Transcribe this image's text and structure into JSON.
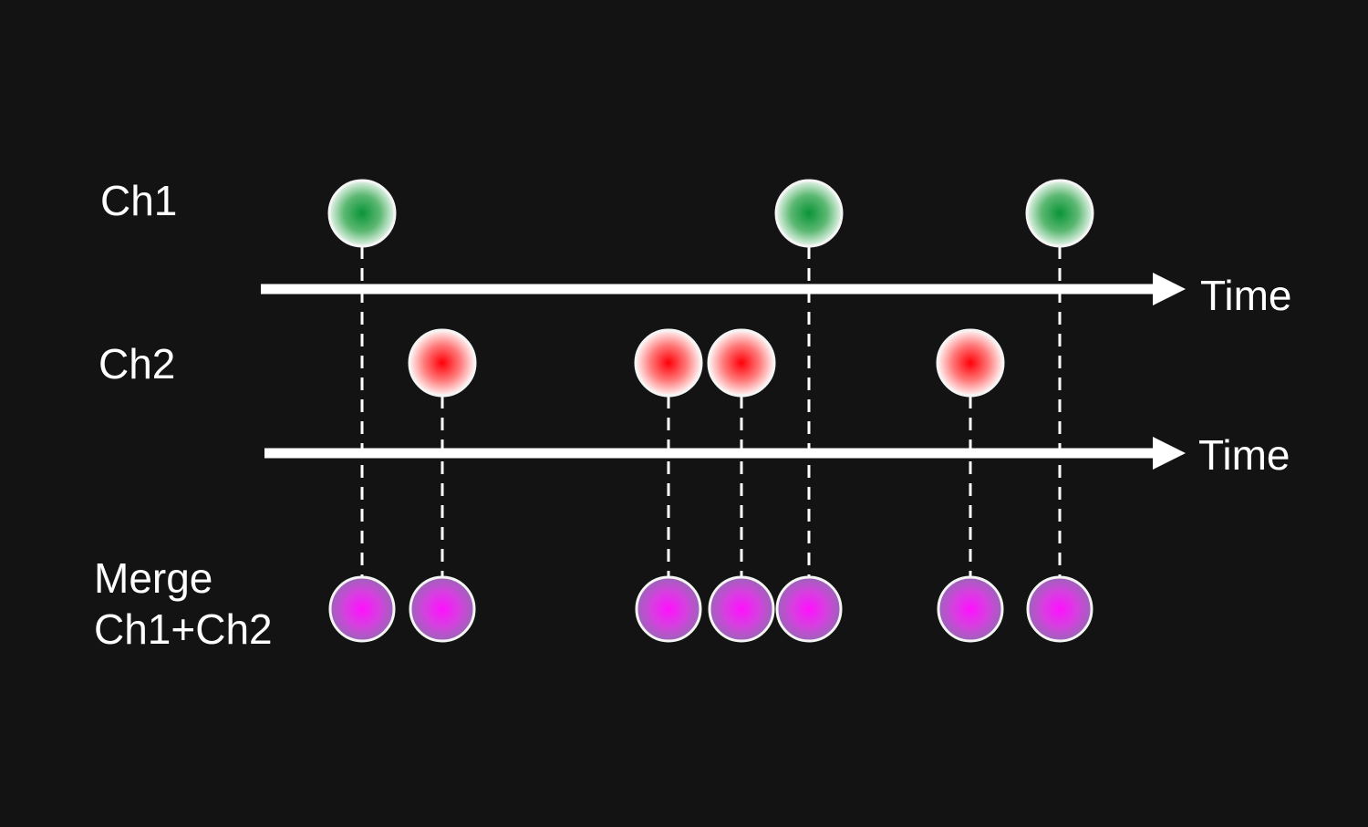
{
  "colors": {
    "background": "#131313",
    "foreground": "#ffffff",
    "ch1": "#1e9e46",
    "ch2": "#ff0a14",
    "merge": "#ff1cff",
    "merge_edge": "#9b5cc0"
  },
  "rows": {
    "ch1": {
      "label": "Ch1",
      "axis_label": "Time",
      "events": [
        "e1",
        "e5",
        "e7"
      ]
    },
    "ch2": {
      "label": "Ch2",
      "axis_label": "Time",
      "events": [
        "e2",
        "e3",
        "e4",
        "e6"
      ]
    },
    "merge": {
      "label_line1": "Merge",
      "label_line2": "Ch1+Ch2",
      "events": [
        "e1",
        "e2",
        "e3",
        "e4",
        "e5",
        "e6",
        "e7"
      ]
    }
  }
}
